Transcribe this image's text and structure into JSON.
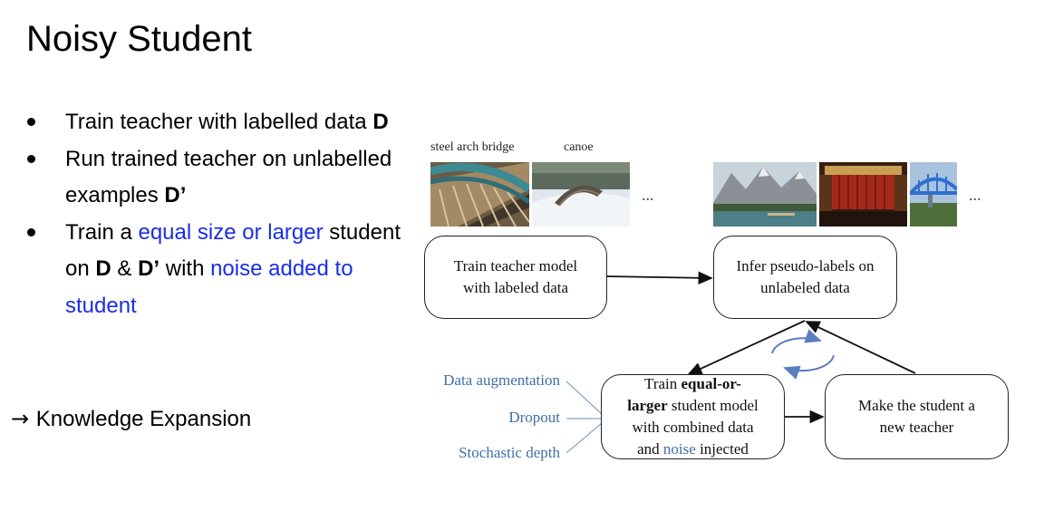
{
  "slide": {
    "title": "Noisy Student",
    "bullets": [
      {
        "pre": "Train teacher with labelled data ",
        "bold1": "D"
      },
      {
        "pre": "Run trained teacher on unlabelled examples ",
        "bold1": "D’"
      },
      {
        "pre": "Train a ",
        "blue1": "equal size or larger",
        "mid": " student on ",
        "bold1": "D",
        "amp": " & ",
        "bold2": "D’",
        "post": " with ",
        "blue2": "noise added to student"
      }
    ],
    "arrow": "→",
    "arrow_text": "Knowledge Expansion"
  },
  "diagram": {
    "image_labels": [
      "steel arch bridge",
      "canoe"
    ],
    "ellipsis_left": "...",
    "ellipsis_right": "...",
    "photos": [
      "bridge-photo",
      "canoe-photo",
      "lake-photo",
      "theater-photo",
      "blue-bridge-photo"
    ],
    "box_teacher": "Train teacher model with labeled data",
    "box_infer": "Infer pseudo-labels on unlabeled data",
    "box_student": {
      "l1": "Train ",
      "b1": "equal-or-",
      "b2": "larger",
      "l2": " student model",
      "l3": "with combined data",
      "l4a": "and ",
      "noise": "noise",
      "l4b": " injected"
    },
    "box_new_teacher": "Make the student a new teacher",
    "noise_types": [
      "Data augmentation",
      "Dropout",
      "Stochastic depth"
    ],
    "colors": {
      "blue_text": "#1a2ee6",
      "noise_label": "#3f6fa6",
      "cycle_arrow": "#5a7fc0"
    }
  }
}
